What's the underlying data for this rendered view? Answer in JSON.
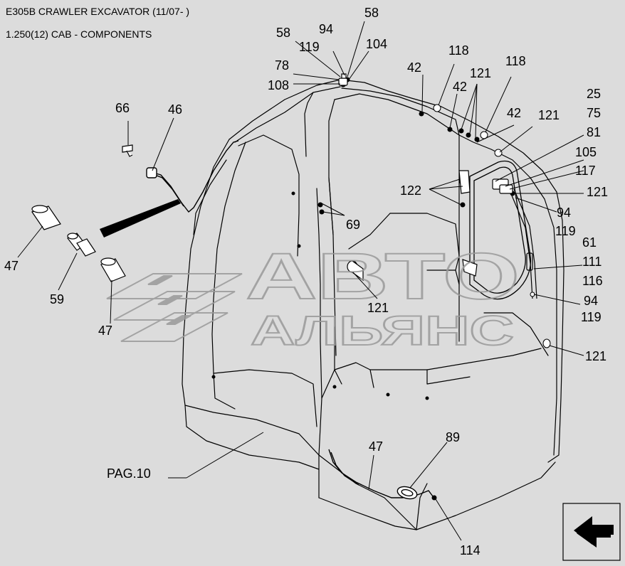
{
  "header": {
    "title": "E305B CRAWLER EXCAVATOR (11/07- )",
    "subtitle": "1.250(12) CAB - COMPONENTS"
  },
  "watermark": {
    "line1": "АВТО",
    "line2": "АЛЬЯНС"
  },
  "callouts": {
    "c58a": "58",
    "c58b": "58",
    "c94a": "94",
    "c119a": "119",
    "c104": "104",
    "c78": "78",
    "c108": "108",
    "c42a": "42",
    "c118a": "118",
    "c121a": "121",
    "c42b": "42",
    "c118b": "118",
    "c25": "25",
    "c75": "75",
    "c42c": "42",
    "c121b": "121",
    "c81": "81",
    "c105": "105",
    "c117": "117",
    "c66": "66",
    "c46": "46",
    "c122": "122",
    "c121c": "121",
    "c69": "69",
    "c94b": "94",
    "c119b": "119",
    "c61": "61",
    "c111": "111",
    "c116": "116",
    "c47a": "47",
    "c59": "59",
    "c121d": "121",
    "c47b": "47",
    "c94c": "94",
    "c119c": "119",
    "c121e": "121",
    "c47c": "47",
    "c89": "89",
    "pag": "PAG.10",
    "c114": "114"
  },
  "colors": {
    "background": "#dcdcdc",
    "line": "#000000",
    "watermark": "#9a9a9a"
  },
  "icons": {
    "nav": "next-page-arrow-icon"
  }
}
